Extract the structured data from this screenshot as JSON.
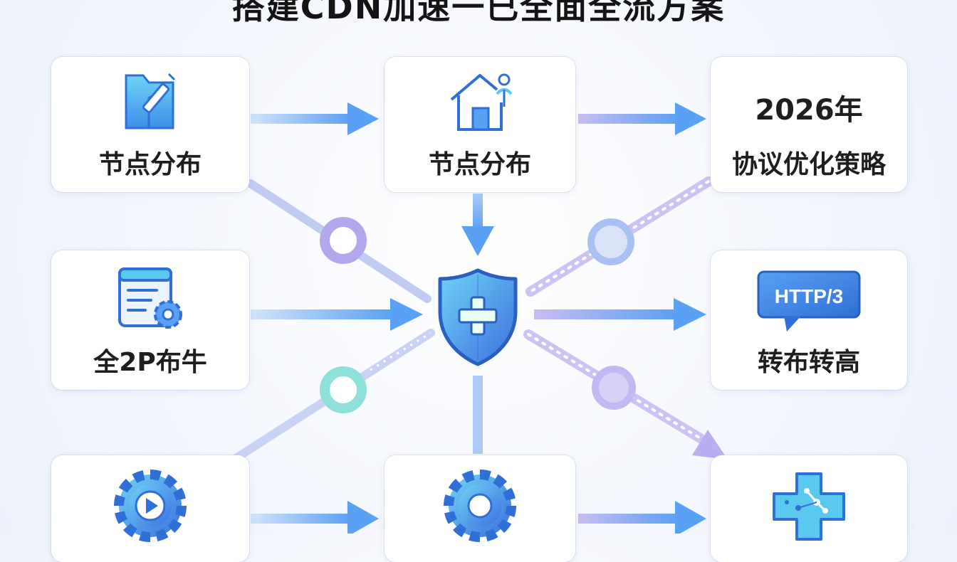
{
  "title": "搭建CDN加速一已全面全流方案",
  "cards": {
    "top_left": {
      "label": "节点分布",
      "icon": "folder-edit-icon"
    },
    "top_center": {
      "label": "节点分布",
      "icon": "home-user-icon"
    },
    "top_right": {
      "year": "2026年",
      "label": "协议优化策略"
    },
    "mid_left": {
      "label": "全2P布牛",
      "icon": "document-gear-icon"
    },
    "mid_right": {
      "badge": "HTTP/3",
      "label": "转布转高",
      "icon": "speech-bubble-icon"
    },
    "bottom_left": {
      "icon": "gear-play-icon"
    },
    "bottom_center": {
      "icon": "gear-icon"
    },
    "bottom_right": {
      "icon": "circuit-cross-icon"
    }
  },
  "center": {
    "icon": "shield-plus-icon"
  },
  "colors": {
    "blue": "#5aa0f5",
    "purple": "#b2a6ee",
    "light_blue": "#aecbf7",
    "teal": "#8ee0da",
    "lilac": "#c6b9f5",
    "text": "#1e1e1e",
    "icon_blue": "#2f6fd6",
    "icon_cyan": "#59c9f0"
  }
}
